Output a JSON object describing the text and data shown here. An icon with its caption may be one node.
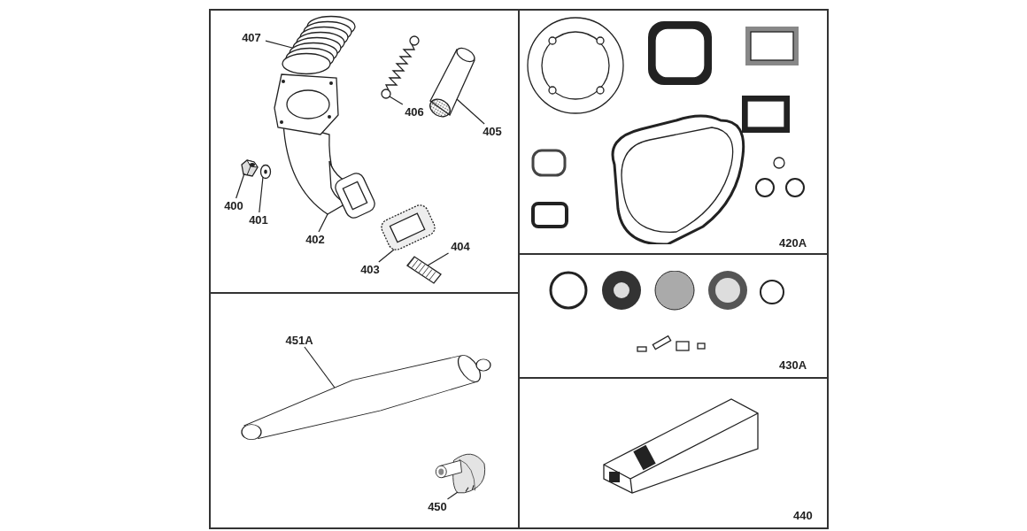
{
  "diagram": {
    "nodes": [
      {
        "text": [
          "407"
        ]
      },
      {
        "text": [],
        "shape": "picture"
      },
      {
        "text": [
          "406"
        ]
      },
      {
        "text": [],
        "shape": "picture"
      },
      {
        "text": [
          "405"
        ]
      },
      {
        "text": [],
        "shape": "picture"
      },
      {
        "text": [
          "402"
        ]
      },
      {
        "text": [],
        "shape": "picture"
      },
      {
        "text": [
          "400"
        ]
      },
      {
        "text": [],
        "shape": "picture"
      },
      {
        "text": [
          "401"
        ]
      },
      {
        "text": [],
        "shape": "picture"
      },
      {
        "text": [
          "403"
        ]
      },
      {
        "text": [],
        "shape": "picture"
      },
      {
        "text": [
          "404"
        ]
      },
      {
        "text": [],
        "shape": "picture"
      },
      {
        "text": [
          "451A"
        ]
      },
      {
        "text": [],
        "shape": "picture"
      },
      {
        "text": [
          "450"
        ]
      },
      {
        "text": [],
        "shape": "picture"
      }
    ],
    "edges": [
      {
        "from": 0,
        "to": 1,
        "arrow": "none"
      },
      {
        "from": 2,
        "to": 3,
        "arrow": "none"
      },
      {
        "from": 4,
        "to": 5,
        "arrow": "none"
      },
      {
        "from": 6,
        "to": 7,
        "arrow": "none"
      },
      {
        "from": 8,
        "to": 9,
        "arrow": "none"
      },
      {
        "from": 10,
        "to": 11,
        "arrow": "none"
      },
      {
        "from": 12,
        "to": 13,
        "arrow": "none"
      },
      {
        "from": 14,
        "to": 15,
        "arrow": "none"
      },
      {
        "from": 16,
        "to": 17,
        "arrow": "none"
      },
      {
        "from": 18,
        "to": 19,
        "arrow": "none"
      }
    ],
    "labels": [
      "420A",
      "430A",
      "440"
    ]
  }
}
